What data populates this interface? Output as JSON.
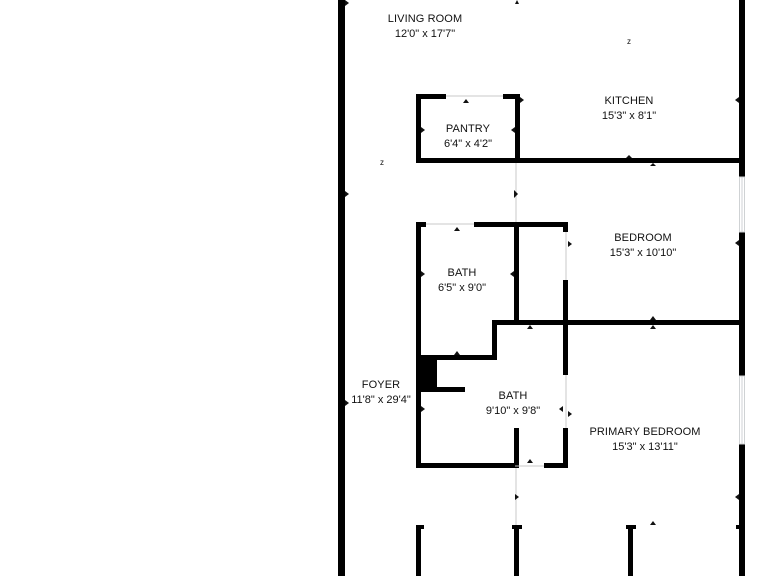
{
  "rooms": {
    "living_room": {
      "name": "LIVING ROOM",
      "dims": "12'0\" x 17'7\""
    },
    "kitchen": {
      "name": "KITCHEN",
      "dims": "15'3\" x 8'1\""
    },
    "pantry": {
      "name": "PANTRY",
      "dims": "6'4\" x 4'2\""
    },
    "bedroom": {
      "name": "BEDROOM",
      "dims": "15'3\" x 10'10\""
    },
    "bath_1": {
      "name": "BATH",
      "dims": "6'5\" x 9'0\""
    },
    "foyer": {
      "name": "FOYER",
      "dims": "11'8\" x 29'4\""
    },
    "bath_2": {
      "name": "BATH",
      "dims": "9'10\" x 9'8\""
    },
    "primary_bedroom": {
      "name": "PRIMARY BEDROOM",
      "dims": "15'3\" x 13'11\""
    }
  },
  "markers": {
    "z1": "z",
    "z2": "z"
  },
  "colors": {
    "wall": "#000000",
    "window": "#cfd2d4",
    "background": "#ffffff"
  }
}
